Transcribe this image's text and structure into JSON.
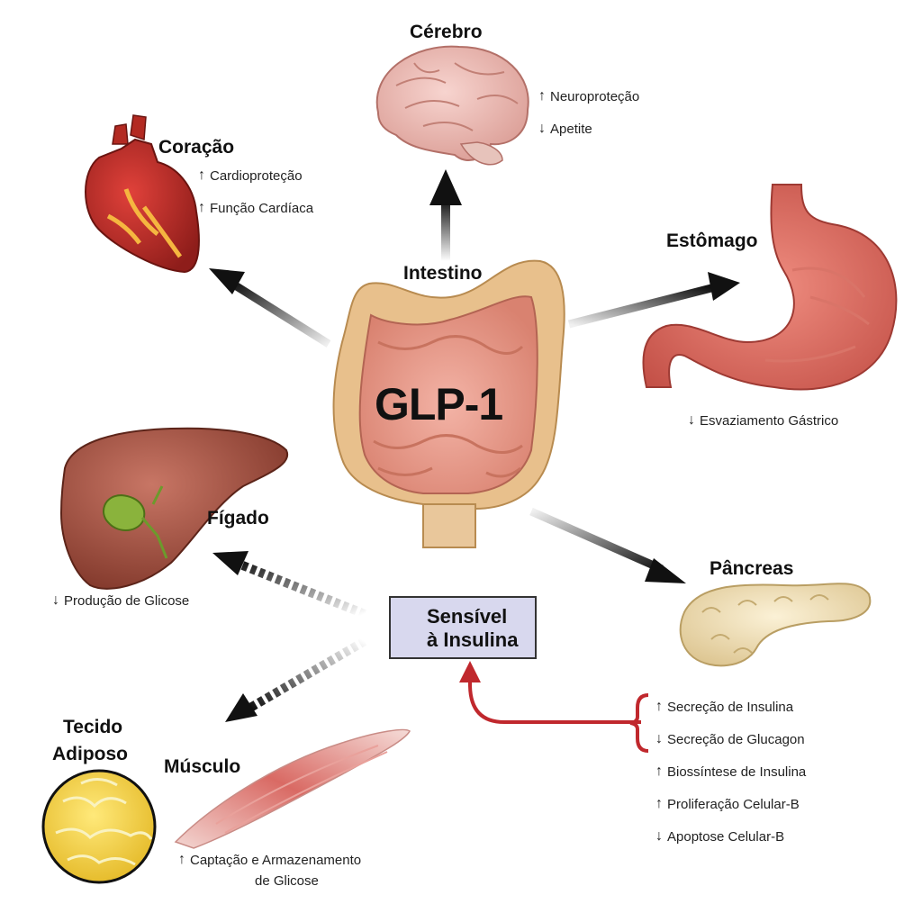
{
  "center": {
    "label": "GLP-1",
    "organ": "Intestino"
  },
  "organs": {
    "brain": {
      "name": "Cérebro",
      "effects": [
        {
          "dir": "up",
          "text": "Neuroproteção"
        },
        {
          "dir": "down",
          "text": "Apetite"
        }
      ]
    },
    "heart": {
      "name": "Coração",
      "effects": [
        {
          "dir": "up",
          "text": "Cardioproteção"
        },
        {
          "dir": "up",
          "text": "Função Cardíaca"
        }
      ]
    },
    "stomach": {
      "name": "Estômago",
      "effects": [
        {
          "dir": "down",
          "text": "Esvaziamento Gástrico"
        }
      ]
    },
    "liver": {
      "name": "Fígado",
      "effects": [
        {
          "dir": "down",
          "text": "Produção de Glicose"
        }
      ]
    },
    "pancreas": {
      "name": "Pâncreas",
      "effects": [
        {
          "dir": "up",
          "text": "Secreção de Insulina"
        },
        {
          "dir": "down",
          "text": "Secreção de Glucagon"
        },
        {
          "dir": "up",
          "text": "Biossíntese de Insulina"
        },
        {
          "dir": "up",
          "text": "Proliferação Celular-B"
        },
        {
          "dir": "down",
          "text": "Apoptose Celular-B"
        }
      ]
    },
    "adipose": {
      "name_line1": "Tecido",
      "name_line2": "Adiposo"
    },
    "muscle": {
      "name": "Músculo",
      "effect_dir": "up",
      "effect_line1": "Captação e Armazenamento",
      "effect_line2": "de Glicose"
    }
  },
  "sensitivity_box": {
    "line1": "Sensível",
    "line2": "à Insulina",
    "dir": "up"
  },
  "colors": {
    "box_fill": "#d8d8ee",
    "feedback_arrow": "#c0282d",
    "arrow": "#1a1a1a"
  },
  "arrow_glyphs": {
    "up": "🠕",
    "down": "🠗"
  }
}
